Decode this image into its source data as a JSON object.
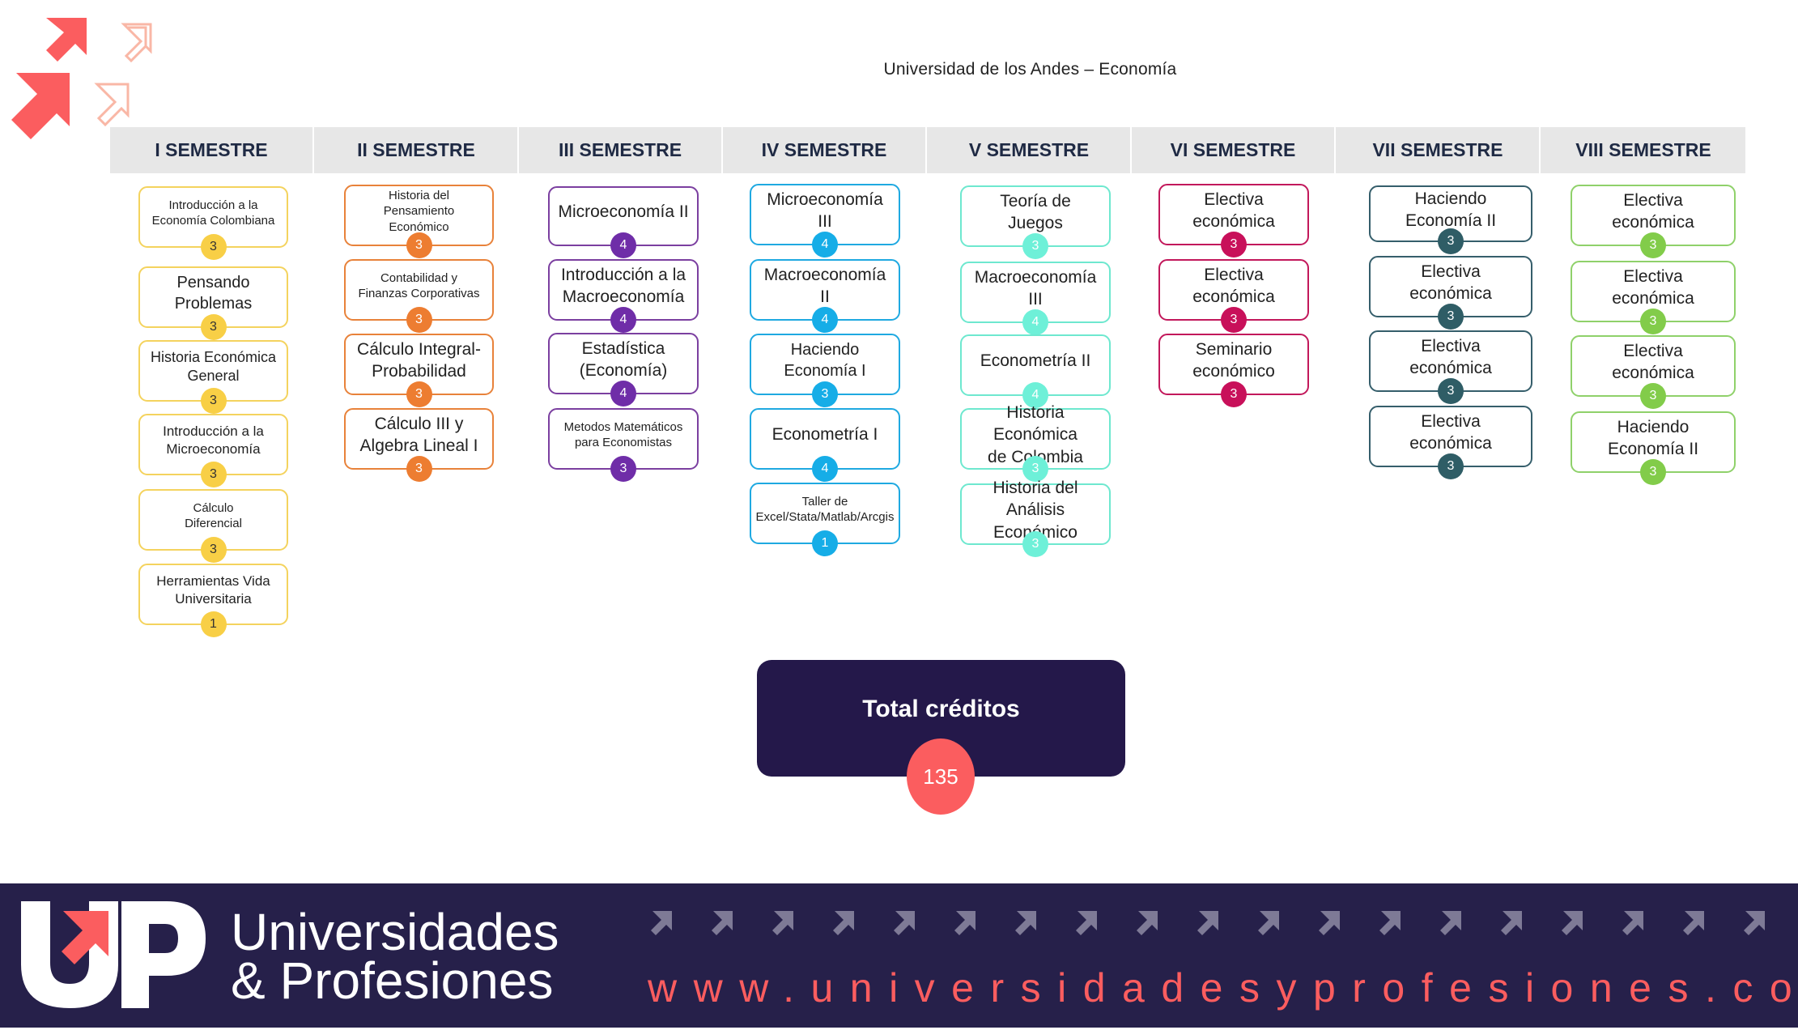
{
  "page": {
    "title": "Universidad de los Andes – Economía"
  },
  "colors": {
    "sem1": "#f4d35e",
    "sem1_badge": "#f8cf46",
    "sem2": "#e8823a",
    "sem2_badge": "#ed7d31",
    "sem3": "#7b3fa0",
    "sem3_badge": "#6f2da8",
    "sem4": "#1fa9e1",
    "sem4_badge": "#16ade7",
    "sem5": "#6ee8cf",
    "sem5_badge": "#6ef0d8",
    "sem6": "#c2185b",
    "sem6_badge": "#c8105a",
    "sem7": "#355e6b",
    "sem7_badge": "#2f5d66",
    "sem8": "#8fd16a",
    "sem8_badge": "#82cc4a",
    "header_bg": "#e7e7e7",
    "total_box": "#24184a",
    "total_badge": "#fb5d5f",
    "footer_bg": "#26204a",
    "accent": "#fb5d5f"
  },
  "semesters": [
    {
      "label": "I SEMESTRE",
      "courses": [
        {
          "name": "Introducción a la\nEconomía Colombiana",
          "credits": "3"
        },
        {
          "name": "Pensando\nProblemas",
          "credits": "3"
        },
        {
          "name": "Historia Económica\nGeneral",
          "credits": "3"
        },
        {
          "name": "Introducción a la\nMicroeconomía",
          "credits": "3"
        },
        {
          "name": "Cálculo\nDiferencial",
          "credits": "3"
        },
        {
          "name": "Herramientas Vida\nUniversitaria",
          "credits": "1"
        }
      ]
    },
    {
      "label": "II SEMESTRE",
      "courses": [
        {
          "name": "Historia del Pensamiento\nEconómico",
          "credits": "3"
        },
        {
          "name": "Contabilidad y\nFinanzas Corporativas",
          "credits": "3"
        },
        {
          "name": "Cálculo Integral-\nProbabilidad",
          "credits": "3"
        },
        {
          "name": "Cálculo III y\nAlgebra Lineal I",
          "credits": "3"
        }
      ]
    },
    {
      "label": "III SEMESTRE",
      "courses": [
        {
          "name": "Microeconomía II",
          "credits": "4"
        },
        {
          "name": "Introducción a la\nMacroeconomía",
          "credits": "4"
        },
        {
          "name": "Estadística\n(Economía)",
          "credits": "4"
        },
        {
          "name": "Metodos Matemáticos\npara Economistas",
          "credits": "3"
        }
      ]
    },
    {
      "label": "IV SEMESTRE",
      "courses": [
        {
          "name": "Microeconomía III",
          "credits": "4"
        },
        {
          "name": "Macroeconomía II",
          "credits": "4"
        },
        {
          "name": "Haciendo\nEconomía I",
          "credits": "3"
        },
        {
          "name": "Econometría I",
          "credits": "4"
        },
        {
          "name": "Taller de\nExcel/Stata/Matlab/Arcgis",
          "credits": "1"
        }
      ]
    },
    {
      "label": "V SEMESTRE",
      "courses": [
        {
          "name": "Teoría de\nJuegos",
          "credits": "3"
        },
        {
          "name": "Macroeconomía III",
          "credits": "4"
        },
        {
          "name": "Econometría II",
          "credits": "4"
        },
        {
          "name": "Historia Económica\nde Colombia",
          "credits": "3"
        },
        {
          "name": "Historia del Análisis\nEconómico",
          "credits": "3"
        }
      ]
    },
    {
      "label": "VI SEMESTRE",
      "courses": [
        {
          "name": "Electiva\neconómica",
          "credits": "3"
        },
        {
          "name": "Electiva\neconómica",
          "credits": "3"
        },
        {
          "name": "Seminario\neconómico",
          "credits": "3"
        }
      ]
    },
    {
      "label": "VII SEMESTRE",
      "courses": [
        {
          "name": "Haciendo\nEconomía II",
          "credits": "3"
        },
        {
          "name": "Electiva\neconómica",
          "credits": "3"
        },
        {
          "name": "Electiva\neconómica",
          "credits": "3"
        },
        {
          "name": "Electiva\neconómica",
          "credits": "3"
        }
      ]
    },
    {
      "label": "VIII SEMESTRE",
      "courses": [
        {
          "name": "Electiva\neconómica",
          "credits": "3"
        },
        {
          "name": "Electiva\neconómica",
          "credits": "3"
        },
        {
          "name": "Electiva\neconómica",
          "credits": "3"
        },
        {
          "name": "Haciendo\nEconomía II",
          "credits": "3"
        }
      ]
    }
  ],
  "total": {
    "label": "Total créditos",
    "value": "135"
  },
  "footer": {
    "brand_line1": "Universidades",
    "brand_line2": "& Profesiones",
    "url": "www.universidadesyprofesiones.com"
  }
}
